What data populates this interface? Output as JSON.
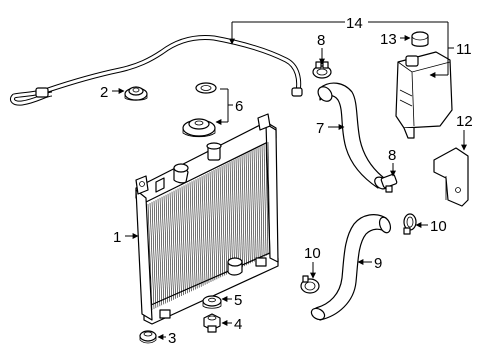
{
  "callouts": {
    "c1": "1",
    "c2": "2",
    "c3": "3",
    "c4": "4",
    "c5": "5",
    "c6": "6",
    "c7": "7",
    "c8a": "8",
    "c8b": "8",
    "c9": "9",
    "c10a": "10",
    "c10b": "10",
    "c11": "11",
    "c12": "12",
    "c13": "13",
    "c14": "14"
  }
}
